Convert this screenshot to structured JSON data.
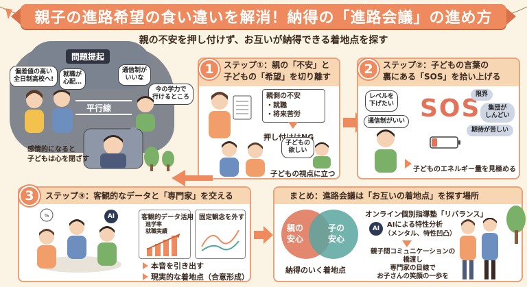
{
  "header": {
    "title": "親子の進路希望の食い違いを解消！納得の「進路会議」の進め方",
    "subtitle": "親の不安を押し付けず、お互いが納得できる着地点を探す"
  },
  "problem": {
    "tag": "問題提起",
    "bubble_parent1": "偏差値の高い\n全日制高校へ!",
    "bubble_parent2": "就職が\n心配…",
    "bubble_child1": "通信制が\nいいな",
    "bubble_child2": "今の学力で\n行けるところ",
    "parallel_label": "平行線",
    "note": "感情的になると\n子どもは心を閉ざす"
  },
  "step1": {
    "number": "1",
    "heading_line1": "ステップ①：親の「不安」と",
    "heading_line2": "子どもの「希望」を切り離す",
    "parent_anxiety_title": "親側の不安",
    "parent_anxiety_items": [
      "・就職",
      "・将来苦労"
    ],
    "ng_label": "押し付けはNG",
    "child_bubble": "子どもの\n欲しい",
    "child_view_label": "子どもの視点に立つ"
  },
  "step2": {
    "number": "2",
    "heading_line1": "ステップ②：子どもの言葉の",
    "heading_line2": "裏にある「SOS」を拾い上げる",
    "bubble_left1": "レベルを\n下げたい",
    "bubble_left2": "通信制がいい",
    "sos": "SOS",
    "pill_limit": "限界",
    "pill_group": "集団が\nしんどい",
    "pill_expect": "期待が苦しい",
    "energy_label": "子どものエネルギー量を見極める"
  },
  "step3": {
    "number": "3",
    "heading": "ステップ③：客観的なデータと「専門家」を交える",
    "data_card_title": "客観的データ活用",
    "data_card_sub": "進学率\n就職実績",
    "fixed_card_title": "固定観念を外す",
    "ai_badge": "AI",
    "bullet1": "本音を引き出す",
    "bullet2": "現実的な着地点（合意形成）"
  },
  "summary": {
    "heading": "まとめ：進路会議は「お互いの着地点」を探す場所",
    "venn_left": "親の\n安心",
    "venn_right": "子の\n安心",
    "venn_caption": "納得のいく着地点",
    "school_name": "オンライン個別指導塾「リバランス」",
    "ai_badge": "AI",
    "ai_line1": "AIによる特性分析",
    "ai_line2": "（メンタル、特性凹凸）",
    "bridge_text": "親子間コミュニケーションの\n橋渡し\n専門家の目線で\nお子さんの笑顔の一歩を"
  },
  "colors": {
    "accent": "#ef8a5f",
    "panel_border": "#e9a27a",
    "storm": "#6b7280",
    "venn_left": "#e07a5f",
    "venn_right": "#5aa6a0"
  }
}
